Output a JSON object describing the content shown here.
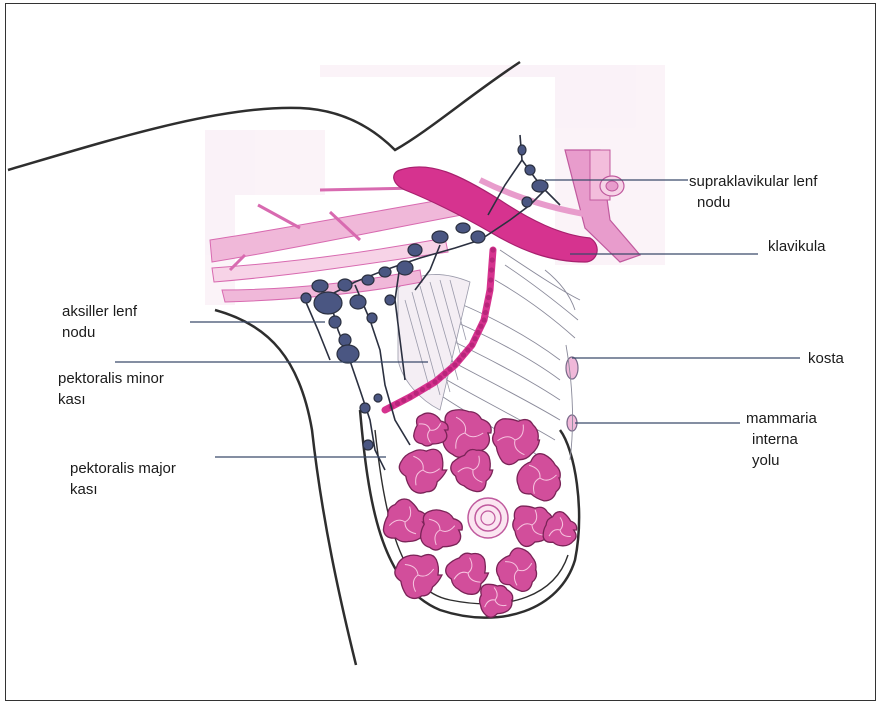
{
  "labels": {
    "supraclavicular": [
      "supraklavikular lenf",
      "nodu"
    ],
    "clavicle": [
      "klavikula"
    ],
    "axillary": [
      "aksiller lenf",
      "nodu"
    ],
    "pec_minor": [
      "pektoralis minor",
      "kası"
    ],
    "rib": [
      "kosta"
    ],
    "mammaria": [
      "mammaria",
      "interna",
      "yolu"
    ],
    "pec_major": [
      "pektoralis major",
      "kası"
    ]
  },
  "colors": {
    "outline": "#2e2e2e",
    "pink_light": "#f2cbe1",
    "pink_mid": "#e08cc0",
    "pink_bone": "#d6338f",
    "lymph_node": "#4a5682",
    "lymph_line": "#2b3040",
    "leader_line": "#3a4a6a",
    "lobule_fill": "#d24e9b"
  }
}
